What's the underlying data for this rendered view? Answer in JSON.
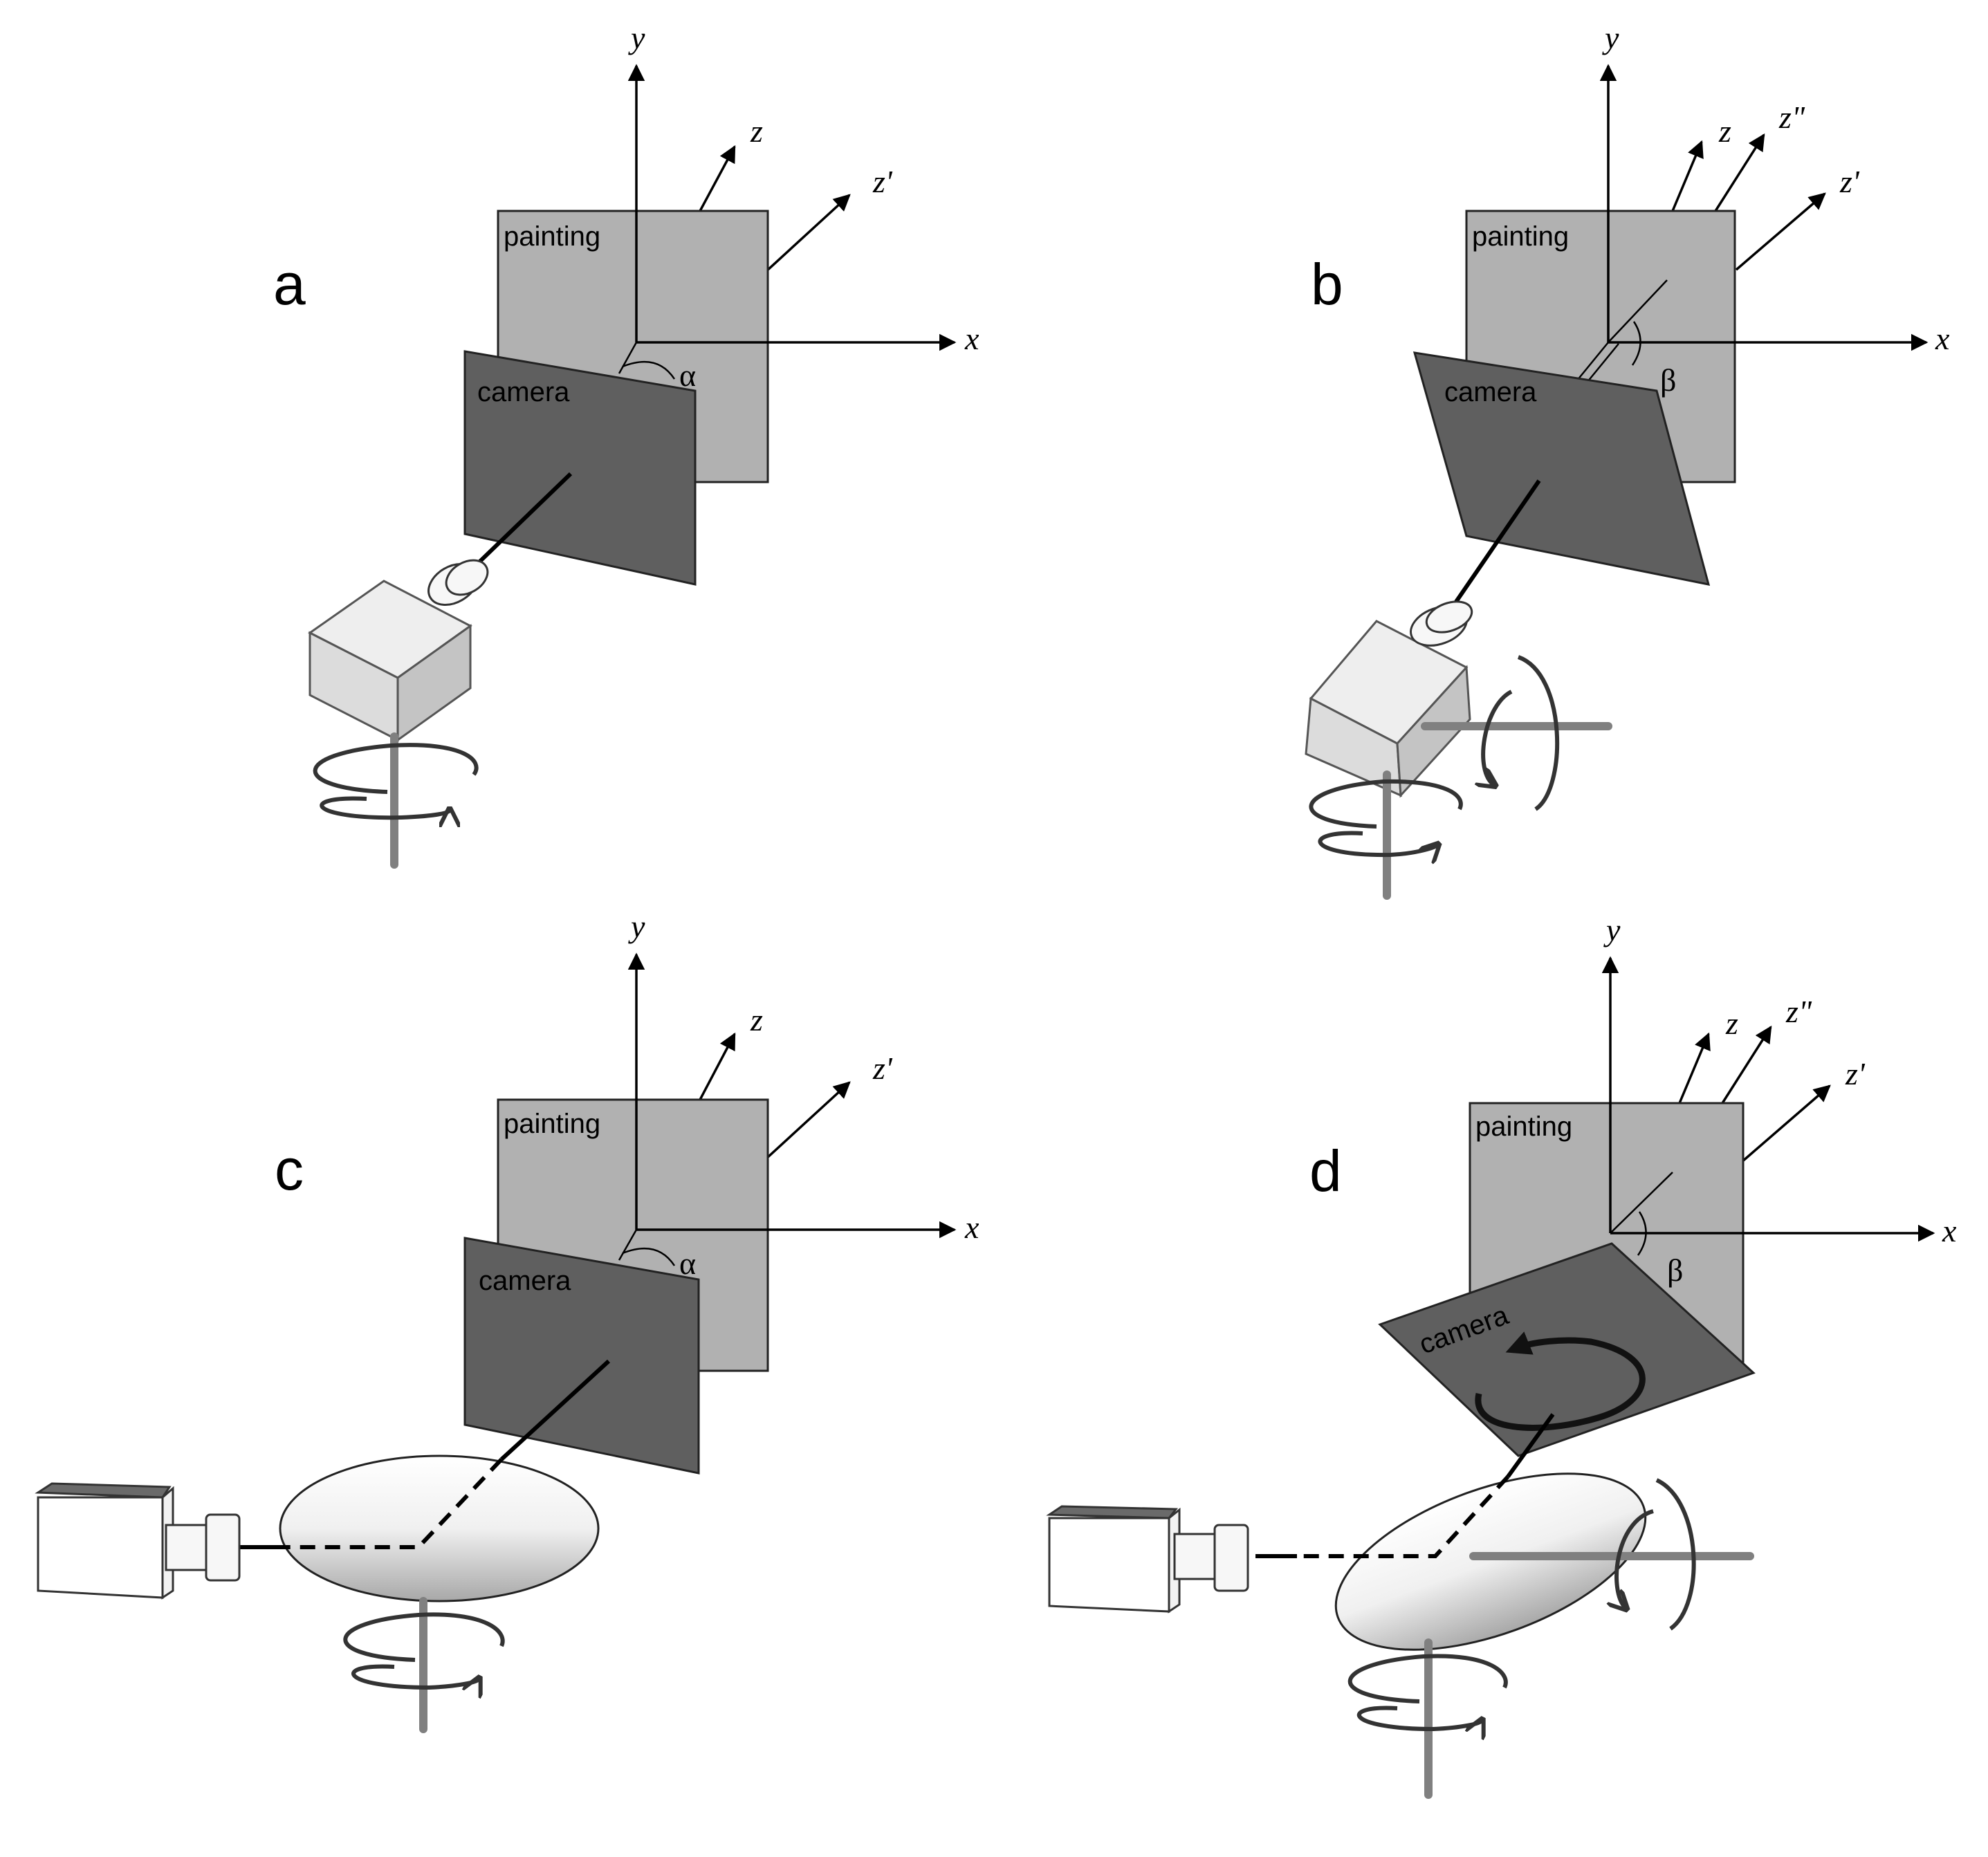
{
  "panels": [
    {
      "letter": "a",
      "axes": {
        "y": "y",
        "x": "x",
        "z": "z",
        "z_prime": "z'"
      },
      "angle": "α",
      "painting_label": "painting",
      "camera_label": "camera"
    },
    {
      "letter": "b",
      "axes": {
        "y": "y",
        "x": "x",
        "z": "z",
        "z_double_prime": "z\"",
        "z_prime": "z'"
      },
      "angle": "β",
      "painting_label": "painting",
      "camera_label": "camera"
    },
    {
      "letter": "c",
      "axes": {
        "y": "y",
        "x": "x",
        "z": "z",
        "z_prime": "z'"
      },
      "angle": "α",
      "painting_label": "painting",
      "camera_label": "camera"
    },
    {
      "letter": "d",
      "axes": {
        "y": "y",
        "x": "x",
        "z": "z",
        "z_double_prime": "z\"",
        "z_prime": "z'"
      },
      "angle": "β",
      "painting_label": "painting",
      "camera_label": "camera"
    }
  ],
  "colors": {
    "painting": "#b1b1b1",
    "camera_plane": "#5f5f5f",
    "rod": "#808080",
    "camera_box_top": "#6a6a6a"
  }
}
